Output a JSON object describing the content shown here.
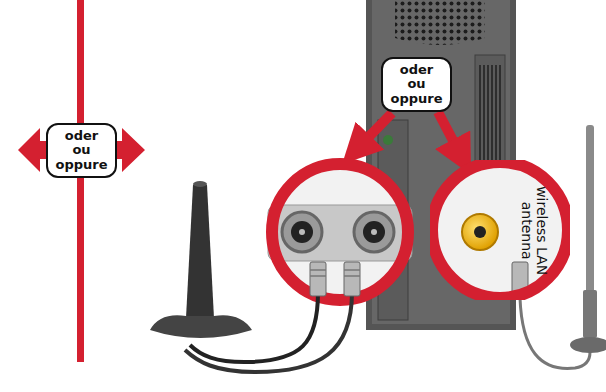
{
  "diagram": {
    "nodes": [
      {
        "text": [
          "oder ou oppure"
        ]
      },
      {
        "text": [
          "oder ou oppure"
        ]
      },
      {
        "text": [
          "wireless LAN antenna"
        ]
      }
    ],
    "edges": [
      {
        "from": 1,
        "to": 2,
        "arrow": "to"
      }
    ]
  }
}
